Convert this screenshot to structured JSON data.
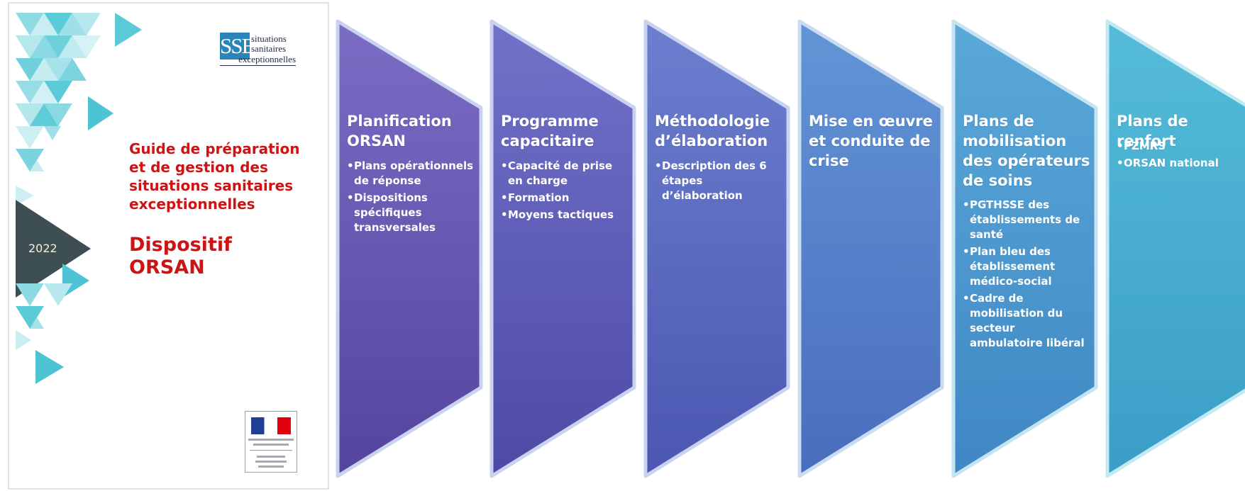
{
  "cover": {
    "logo": {
      "letters": "SSE",
      "line1": "situations",
      "line2": "sanitaires",
      "line3": "exceptionnelles"
    },
    "title": "Guide de préparation et de gestion des situations sanitaires exceptionnelles",
    "subtitle": "Dispositif ORSAN",
    "year": "2022",
    "colors": {
      "red": "#cc1414",
      "teal": "#4ec3d3",
      "dark_triangle": "#3d4f53"
    }
  },
  "steps": [
    {
      "title": "Planification ORSAN",
      "items": [
        "Plans opérationnels de réponse",
        "Dispositions spécifiques transversales"
      ],
      "color_top": "#7b6cc4",
      "color_bottom": "#55449e"
    },
    {
      "title": "Programme capacitaire",
      "items": [
        "Capacité de prise en charge",
        "Formation",
        "Moyens tactiques"
      ],
      "color_top": "#7272c9",
      "color_bottom": "#4d4aa6"
    },
    {
      "title": "Méthodologie d’élaboration",
      "items": [
        "Description des 6 étapes d’élaboration"
      ],
      "color_top": "#6c7fcf",
      "color_bottom": "#4b57b1"
    },
    {
      "title": "Mise en œuvre et conduite de crise",
      "items": [],
      "color_top": "#6295d6",
      "color_bottom": "#4a6dbd"
    },
    {
      "title": "Plans de mobilisation des opérateurs de soins",
      "items": [
        "PGTHSSE des établissements de santé",
        "Plan bleu des établissement médico-social",
        "Cadre de mobilisation du secteur ambulatoire libéral"
      ],
      "color_top": "#5aa9d9",
      "color_bottom": "#3f87c4"
    },
    {
      "title": "Plans de renfort",
      "items": [
        "PZMRS",
        "ORSAN national"
      ],
      "color_top": "#55bcd8",
      "color_bottom": "#3a9dc7"
    }
  ]
}
